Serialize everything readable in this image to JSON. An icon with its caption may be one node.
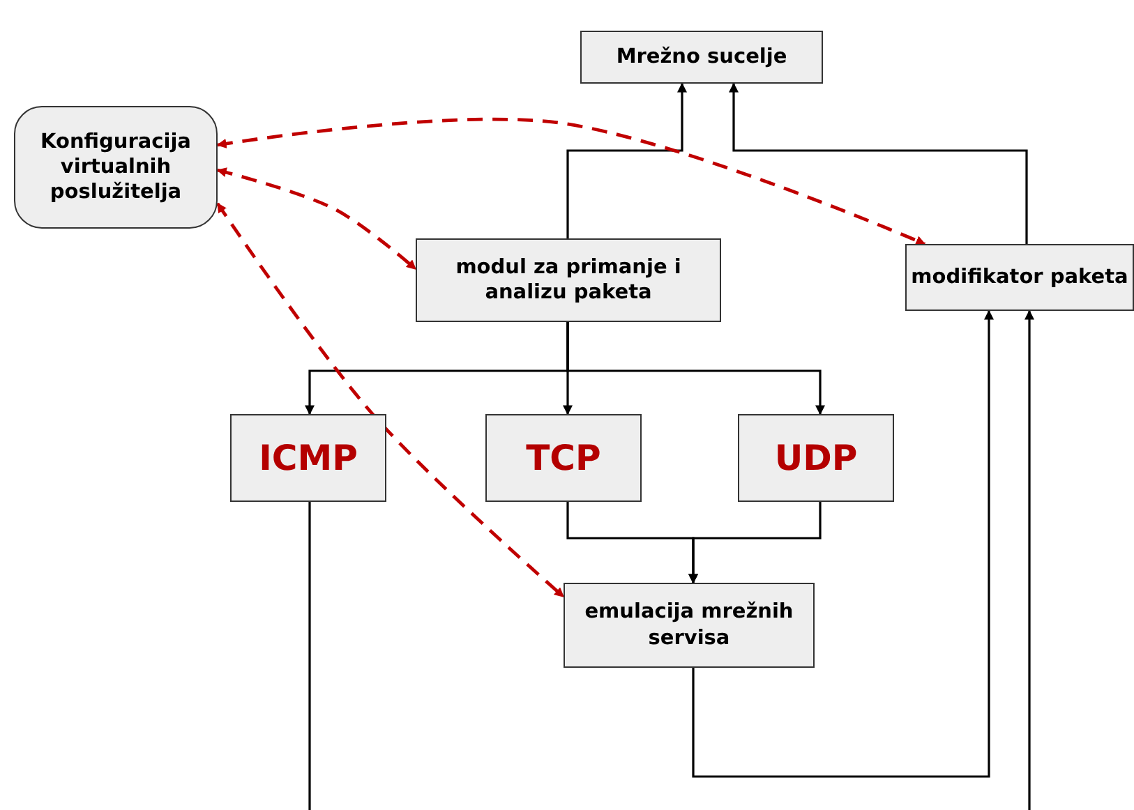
{
  "diagram": {
    "nodes": [
      {
        "text": [
          "Mrežno sucelje"
        ]
      },
      {
        "text": [
          "Konfiguracija virtualnih poslužitelja"
        ]
      },
      {
        "text": [
          "modul za primanje i analizu paketa"
        ]
      },
      {
        "text": [
          "modifikator paketa"
        ]
      },
      {
        "text": [
          "ICMP"
        ]
      },
      {
        "text": [
          "TCP"
        ]
      },
      {
        "text": [
          "UDP"
        ]
      },
      {
        "text": [
          "emulacija mrežnih servisa"
        ]
      }
    ],
    "edges": [
      {
        "from": 2,
        "to": 0,
        "arrow": "to"
      },
      {
        "from": 3,
        "to": 0,
        "arrow": "to"
      },
      {
        "from": 2,
        "to": 4,
        "arrow": "to"
      },
      {
        "from": 2,
        "to": 5,
        "arrow": "to"
      },
      {
        "from": 2,
        "to": 6,
        "arrow": "to"
      },
      {
        "from": 5,
        "to": 7,
        "arrow": "to"
      },
      {
        "from": 6,
        "to": 7,
        "arrow": "to"
      },
      {
        "from": 7,
        "to": 3,
        "arrow": "to"
      },
      {
        "from": 4,
        "to": 3,
        "arrow": "to"
      },
      {
        "from": 1,
        "to": 3,
        "arrow": "both",
        "style": "dashed",
        "color": "#c00000"
      },
      {
        "from": 1,
        "to": 2,
        "arrow": "both",
        "style": "dashed",
        "color": "#c00000"
      },
      {
        "from": 1,
        "to": 7,
        "arrow": "both",
        "style": "dashed",
        "color": "#c00000"
      }
    ]
  }
}
